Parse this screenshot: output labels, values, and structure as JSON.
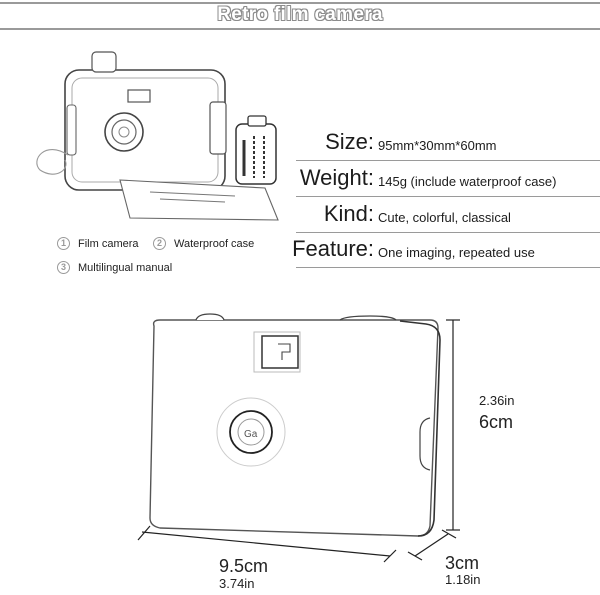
{
  "header": {
    "title": "Retro film camera"
  },
  "specs": [
    {
      "label": "Size:",
      "value": "95mm*30mm*60mm"
    },
    {
      "label": "Weight:",
      "value": "145g  (include waterproof case)"
    },
    {
      "label": "Kind:",
      "value": "Cute, colorful, classical"
    },
    {
      "label": "Feature:",
      "value": "One imaging, repeated use"
    }
  ],
  "package_contents": [
    {
      "number": "1",
      "label": "Film camera"
    },
    {
      "number": "2",
      "label": "Waterproof case"
    },
    {
      "number": "3",
      "label": "Multilingual manual"
    }
  ],
  "dimensions": {
    "height_in": "2.36in",
    "height_cm": "6cm",
    "width_cm": "9.5cm",
    "width_in": "3.74in",
    "depth_cm": "3cm",
    "depth_in": "1.18in"
  },
  "colors": {
    "rule": "#9a9a9a",
    "text": "#222222",
    "outline": "#8c8c8c"
  }
}
